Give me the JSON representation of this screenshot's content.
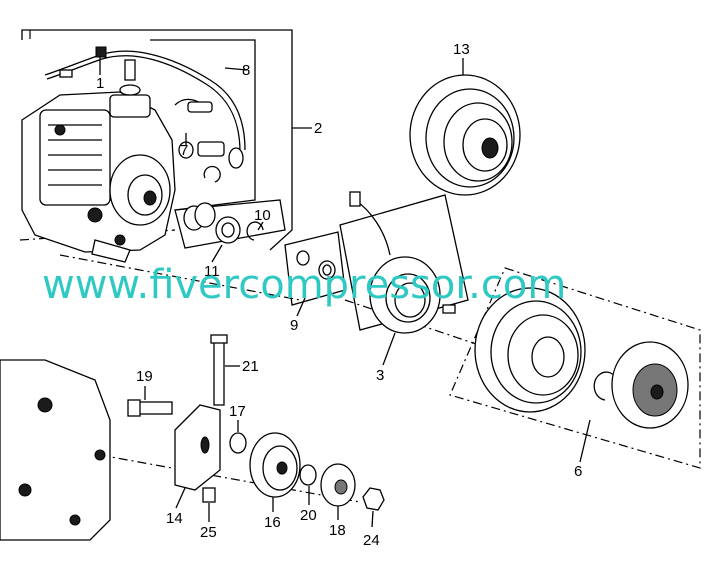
{
  "watermark": "www.fivercompressor.com",
  "callouts": {
    "c1": "1",
    "c2": "2",
    "c3": "3",
    "c6": "6",
    "c7": "7",
    "c8": "8",
    "c9": "9",
    "c10": "10",
    "c11": "11",
    "c13": "13",
    "c14": "14",
    "c16": "16",
    "c17": "17",
    "c18": "18",
    "c19": "19",
    "c20": "20",
    "c21": "21",
    "c24": "24",
    "c25": "25"
  }
}
